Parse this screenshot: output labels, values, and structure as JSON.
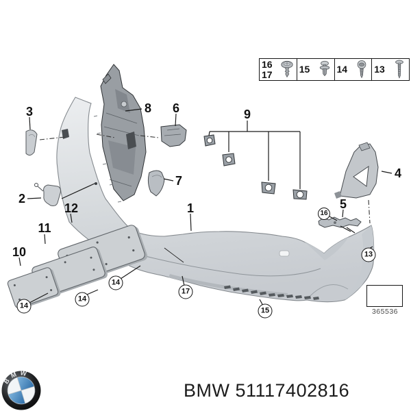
{
  "footer": {
    "logo_letters": "BMW",
    "part_text": "BMW 51117402816"
  },
  "stamp": {
    "number": "365536",
    "icon": "direction-arrow-icon"
  },
  "fastener_table": {
    "cells": [
      {
        "labels": [
          "16",
          "17"
        ],
        "icon": "push-rivet-icon"
      },
      {
        "labels": [
          "15"
        ],
        "icon": "expansion-rivet-icon"
      },
      {
        "labels": [
          "14"
        ],
        "icon": "pan-head-screw-icon"
      },
      {
        "labels": [
          "13"
        ],
        "icon": "long-screw-icon"
      }
    ]
  },
  "callouts": {
    "plain": {
      "c1": "1",
      "c2": "2",
      "c3": "3",
      "c4": "4",
      "c5": "5",
      "c6": "6",
      "c7": "7",
      "c8": "8",
      "c9": "9",
      "c10": "10",
      "c11": "11",
      "c12": "12"
    },
    "circled": {
      "c13": "13",
      "c14": "14",
      "c15": "15",
      "c16": "16",
      "c17": "17"
    }
  },
  "colors": {
    "bmw_blue": "#3a7dbf",
    "bumper_gray": "#d3d7da",
    "line_black": "#1a1a1a"
  }
}
